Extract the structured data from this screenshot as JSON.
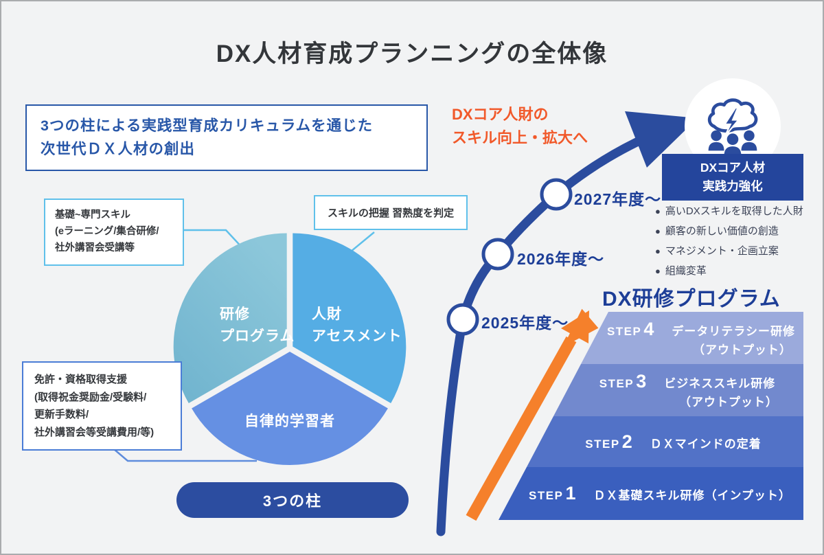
{
  "title": "DX人材育成プランニングの全体像",
  "lead_box": {
    "line1": "3つの柱による実践型育成カリキュラムを通じた",
    "line2": "次世代ＤＸ人材の創出"
  },
  "growth_label": {
    "line1": "DXコア人財の",
    "line2": "スキル向上・拡大へ"
  },
  "pie": {
    "caption": "3つの柱",
    "slices": [
      {
        "name": "training-program",
        "label_line1": "研修",
        "label_line2": "プログラム",
        "color": "#7EC1D7"
      },
      {
        "name": "talent-assessment",
        "label_line1": "人財",
        "label_line2": "アセスメント",
        "color": "#55ADE4"
      },
      {
        "name": "autonomous-learner",
        "label_line1": "自律的学習者",
        "label_line2": "",
        "color": "#6590E3"
      }
    ]
  },
  "callouts": [
    {
      "line1": "基礎~専門スキル",
      "line2": "(eラーニング/集合研修/",
      "line3": "社外講習会受講等"
    },
    {
      "line1": "スキルの把握 習熟度を判定"
    },
    {
      "line1": "免許・資格取得支援",
      "line2": "(取得祝金奨励金/受験料/",
      "line3": "更新手数料/",
      "line4": "社外講習会等受講費用/等)"
    }
  ],
  "timeline": {
    "years": [
      "2025年度〜",
      "2026年度〜",
      "2027年度〜"
    ]
  },
  "core_talent": {
    "badge_line1": "DXコア人材",
    "badge_line2": "実践力強化",
    "bullet": "●",
    "points": [
      "高いDXスキルを取得した人財",
      "顧客の新しい価値の創造",
      "マネジメント・企画立案",
      "組織変革"
    ]
  },
  "program": {
    "heading": "DX研修プログラム",
    "steps": [
      {
        "step": "STEP",
        "num": "4",
        "title": "データリテラシー研修",
        "subtitle": "（アウトプット）"
      },
      {
        "step": "STEP",
        "num": "3",
        "title": "ビジネススキル研修",
        "subtitle": "（アウトプット）"
      },
      {
        "step": "STEP",
        "num": "2",
        "title": "ＤＸマインドの定着",
        "subtitle": ""
      },
      {
        "step": "STEP",
        "num": "1",
        "title": "ＤＸ基礎スキル研修（インプット）",
        "subtitle": ""
      }
    ]
  },
  "colors": {
    "background": "#F2F3F4",
    "primary_blue": "#2B4C9E",
    "lead_blue": "#2857A8",
    "accent_orange": "#F1592A",
    "arrow_orange": "#F5802B",
    "year_blue": "#1D3E97",
    "badge_navy": "#24459C",
    "callout_light_border": "#5FC0EA",
    "callout_blue_border": "#4A7CD6",
    "step_colors": [
      "#9BAADC",
      "#7289CE",
      "#5272C7",
      "#3A5FBE"
    ]
  }
}
